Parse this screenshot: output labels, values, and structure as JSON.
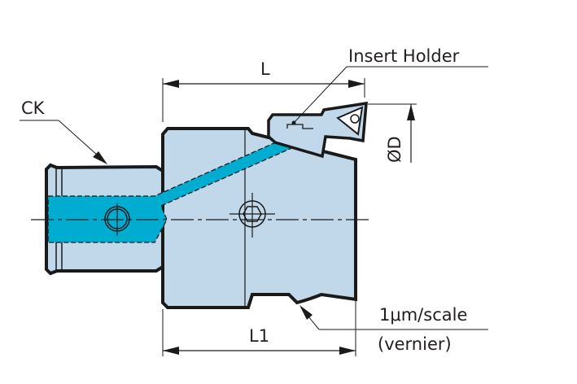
{
  "labels": {
    "ck": "CK",
    "insert_holder": "Insert Holder",
    "length": "L",
    "length1": "L1",
    "diameter": "ØD",
    "scale": "1μm/scale",
    "vernier": "(vernier)"
  },
  "colors": {
    "body": "#c1d8ea",
    "coolant": "#00acd0",
    "outline": "#1a1a1a"
  }
}
